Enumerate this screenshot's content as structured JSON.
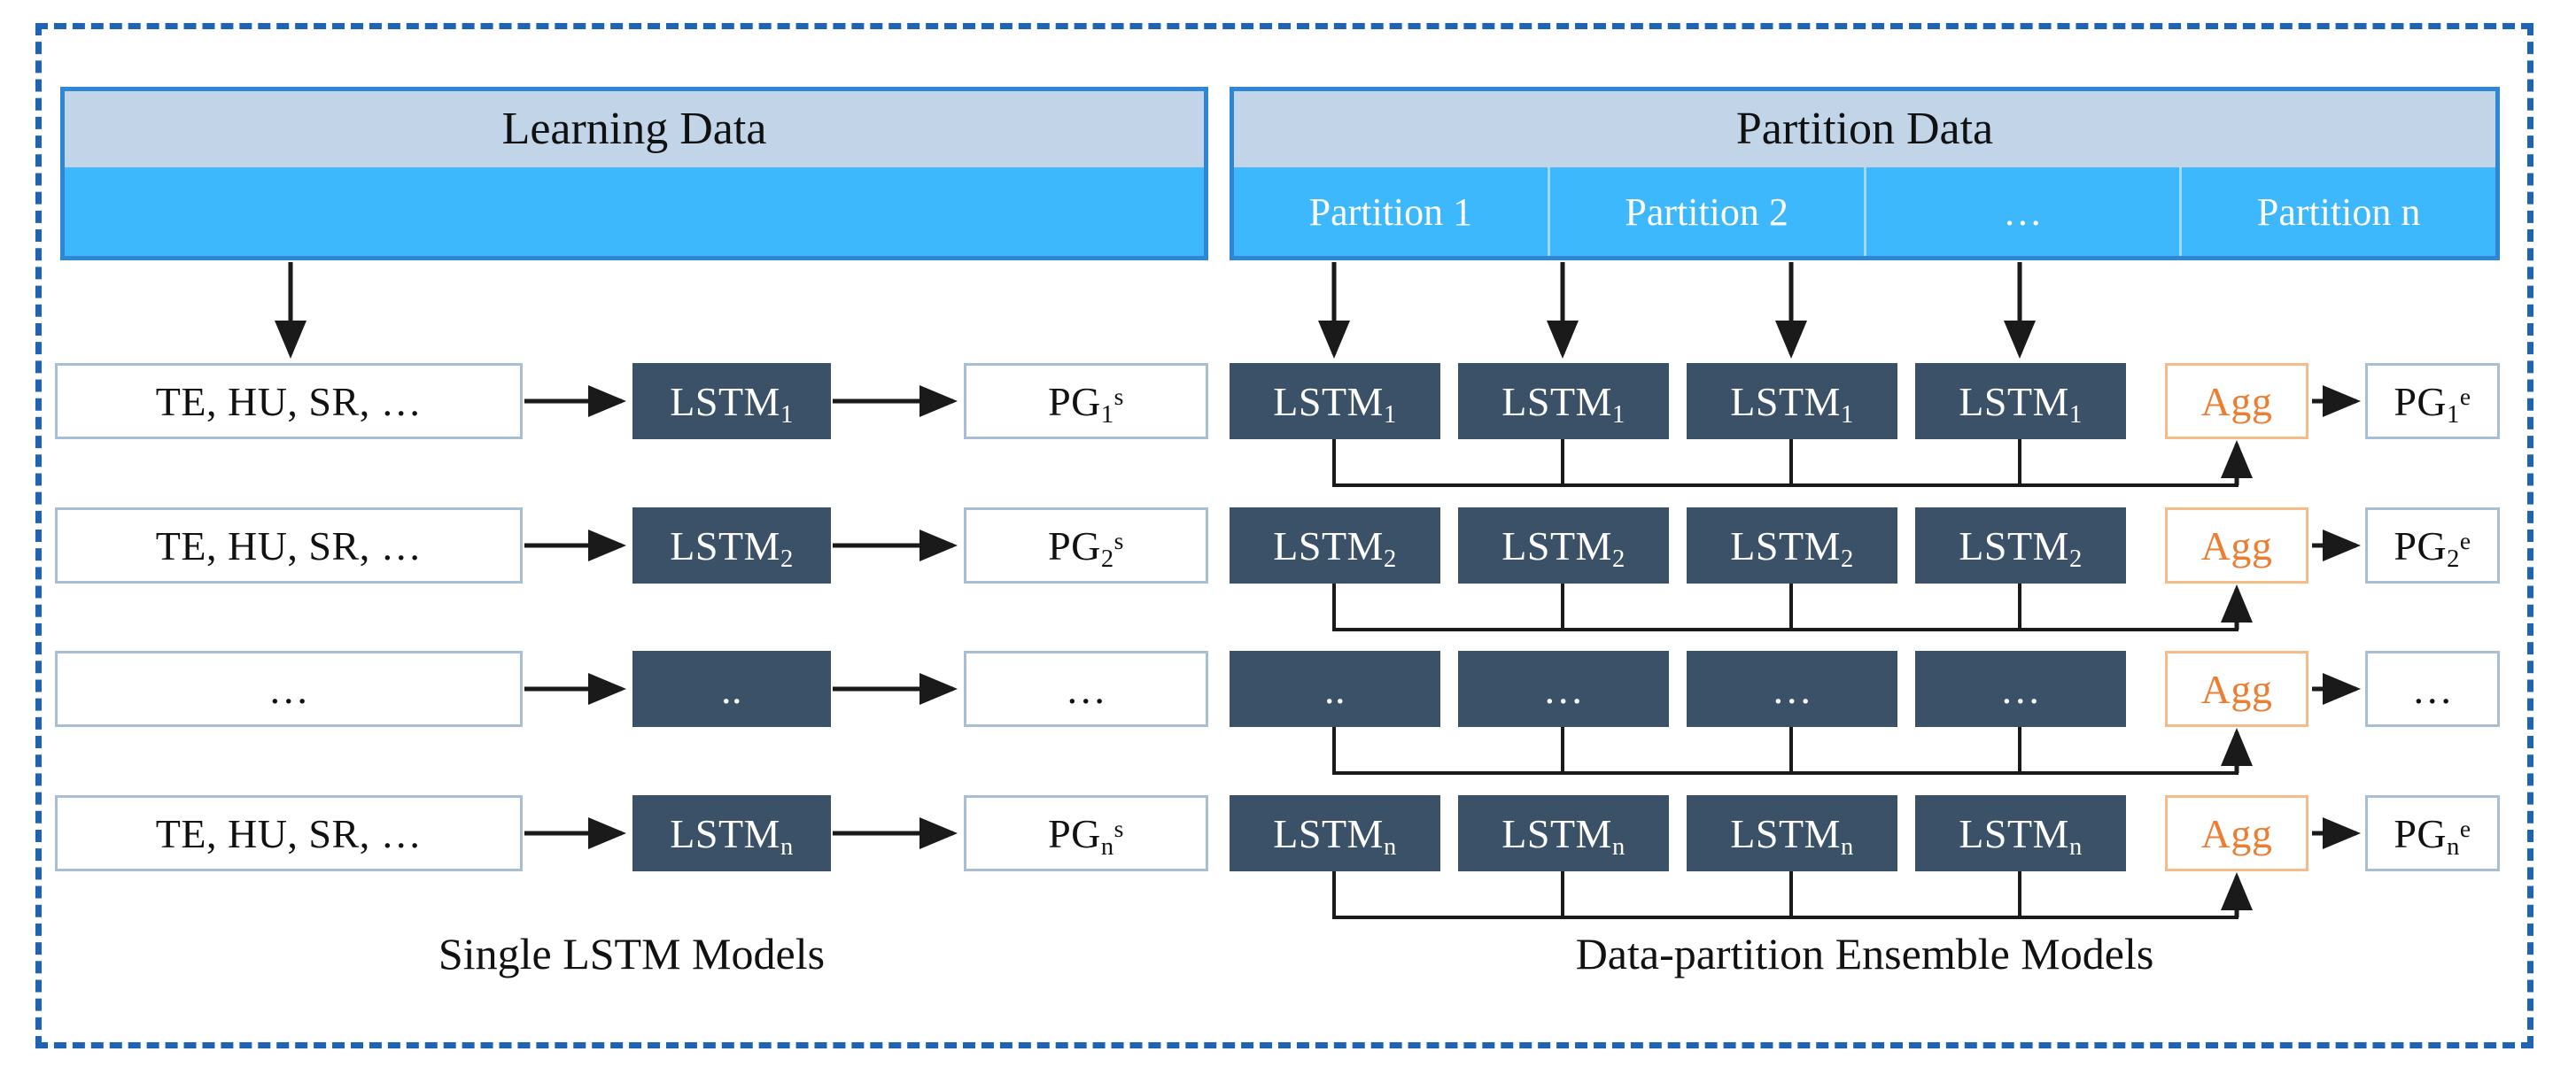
{
  "figure": {
    "left_panel": {
      "header_title": "Learning Data",
      "caption": "Single LSTM Models",
      "rows": [
        {
          "input": "TE, HU, SR, …",
          "model_base": "LSTM",
          "model_sub": "1",
          "output_base": "PG",
          "output_sub": "1",
          "output_sup": "s"
        },
        {
          "input": "TE, HU, SR, …",
          "model_base": "LSTM",
          "model_sub": "2",
          "output_base": "PG",
          "output_sub": "2",
          "output_sup": "s"
        },
        {
          "input": "…",
          "model_base": "..",
          "model_sub": "",
          "output_base": "…",
          "output_sub": "",
          "output_sup": ""
        },
        {
          "input": "TE, HU, SR, …",
          "model_base": "LSTM",
          "model_sub": "n",
          "output_base": "PG",
          "output_sub": "n",
          "output_sup": "s"
        }
      ]
    },
    "right_panel": {
      "header_title": "Partition Data",
      "caption": "Data-partition Ensemble Models",
      "partitions": [
        {
          "label": "Partition 1"
        },
        {
          "label": "Partition 2"
        },
        {
          "label": "…"
        },
        {
          "label": "Partition n"
        }
      ],
      "agg_label": "Agg",
      "rows": [
        {
          "cells": [
            {
              "base": "LSTM",
              "sub": "1"
            },
            {
              "base": "LSTM",
              "sub": "1"
            },
            {
              "base": "LSTM",
              "sub": "1"
            },
            {
              "base": "LSTM",
              "sub": "1"
            }
          ],
          "output_base": "PG",
          "output_sub": "1",
          "output_sup": "e"
        },
        {
          "cells": [
            {
              "base": "LSTM",
              "sub": "2"
            },
            {
              "base": "LSTM",
              "sub": "2"
            },
            {
              "base": "LSTM",
              "sub": "2"
            },
            {
              "base": "LSTM",
              "sub": "2"
            }
          ],
          "output_base": "PG",
          "output_sub": "2",
          "output_sup": "e"
        },
        {
          "cells": [
            {
              "base": "..",
              "sub": ""
            },
            {
              "base": "…",
              "sub": ""
            },
            {
              "base": "…",
              "sub": ""
            },
            {
              "base": "…",
              "sub": ""
            }
          ],
          "output_base": "…",
          "output_sub": "",
          "output_sup": ""
        },
        {
          "cells": [
            {
              "base": "LSTM",
              "sub": "n"
            },
            {
              "base": "LSTM",
              "sub": "n"
            },
            {
              "base": "LSTM",
              "sub": "n"
            },
            {
              "base": "LSTM",
              "sub": "n"
            }
          ],
          "output_base": "PG",
          "output_sub": "n",
          "output_sup": "e"
        }
      ]
    },
    "colors": {
      "frame_dashed": "#1f63b4",
      "panel_border": "#2e86d4",
      "panel_title_bg": "#c2d5e8",
      "panel_strip_bg": "#3db8fd",
      "model_box_bg": "#3b5168",
      "light_box_border": "#a8bed4",
      "agg_accent": "#ed7d31",
      "agg_border": "#f7bb8a",
      "wire": "#1a1a1a"
    }
  }
}
